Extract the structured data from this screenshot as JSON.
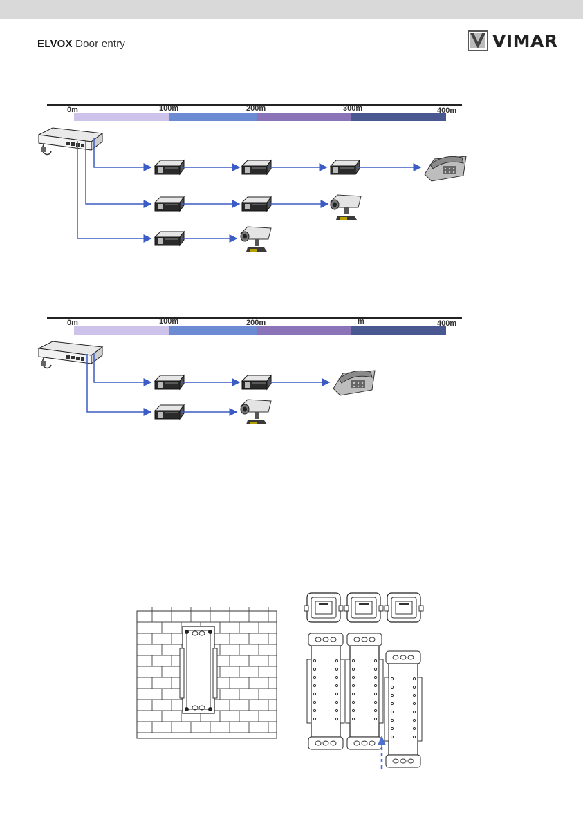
{
  "header": {
    "brand_bold": "ELVOX",
    "brand_light": "Door entry",
    "logo_text": "VIMAR"
  },
  "diagram1": {
    "scale_labels": [
      "0m",
      "100m",
      "200m",
      "300m",
      "400m"
    ],
    "segment_colors": [
      "#cdc3ea",
      "#6c8bd3",
      "#8a73b6",
      "#4a5891"
    ]
  },
  "diagram2": {
    "scale_labels": [
      "0m",
      "100m",
      "200m",
      "m",
      "400m"
    ],
    "segment_colors": [
      "#cdc3ea",
      "#6c8bd3",
      "#8a73b6",
      "#4a5891"
    ]
  },
  "icons": {
    "switch": "network-switch-icon",
    "extender": "poe-extender-icon",
    "phone": "ip-phone-icon",
    "camera": "ip-camera-icon"
  },
  "colors": {
    "line": "#3b5cc4",
    "arrow_dashed": "#4d6fd0"
  }
}
